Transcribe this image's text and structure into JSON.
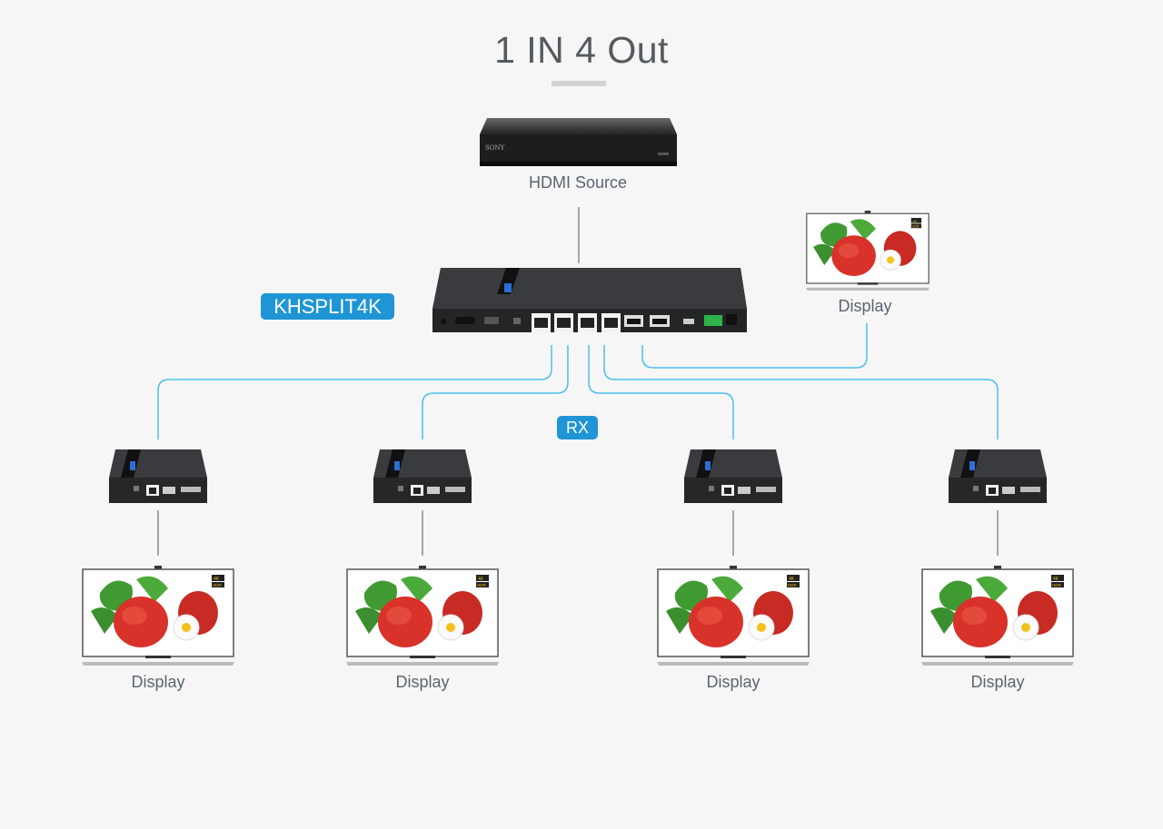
{
  "title": "1 IN 4 Out",
  "source": {
    "label": "HDMI Source",
    "brand": "SONY"
  },
  "splitter": {
    "badge": "KHSPLIT4K"
  },
  "rx": {
    "badge": "RX"
  },
  "displays": [
    {
      "label": "Display"
    },
    {
      "label": "Display"
    },
    {
      "label": "Display"
    },
    {
      "label": "Display"
    },
    {
      "label": "Display"
    }
  ],
  "colors": {
    "accent": "#1f95d5",
    "cable": "#4cbfec",
    "line": "#888888"
  }
}
